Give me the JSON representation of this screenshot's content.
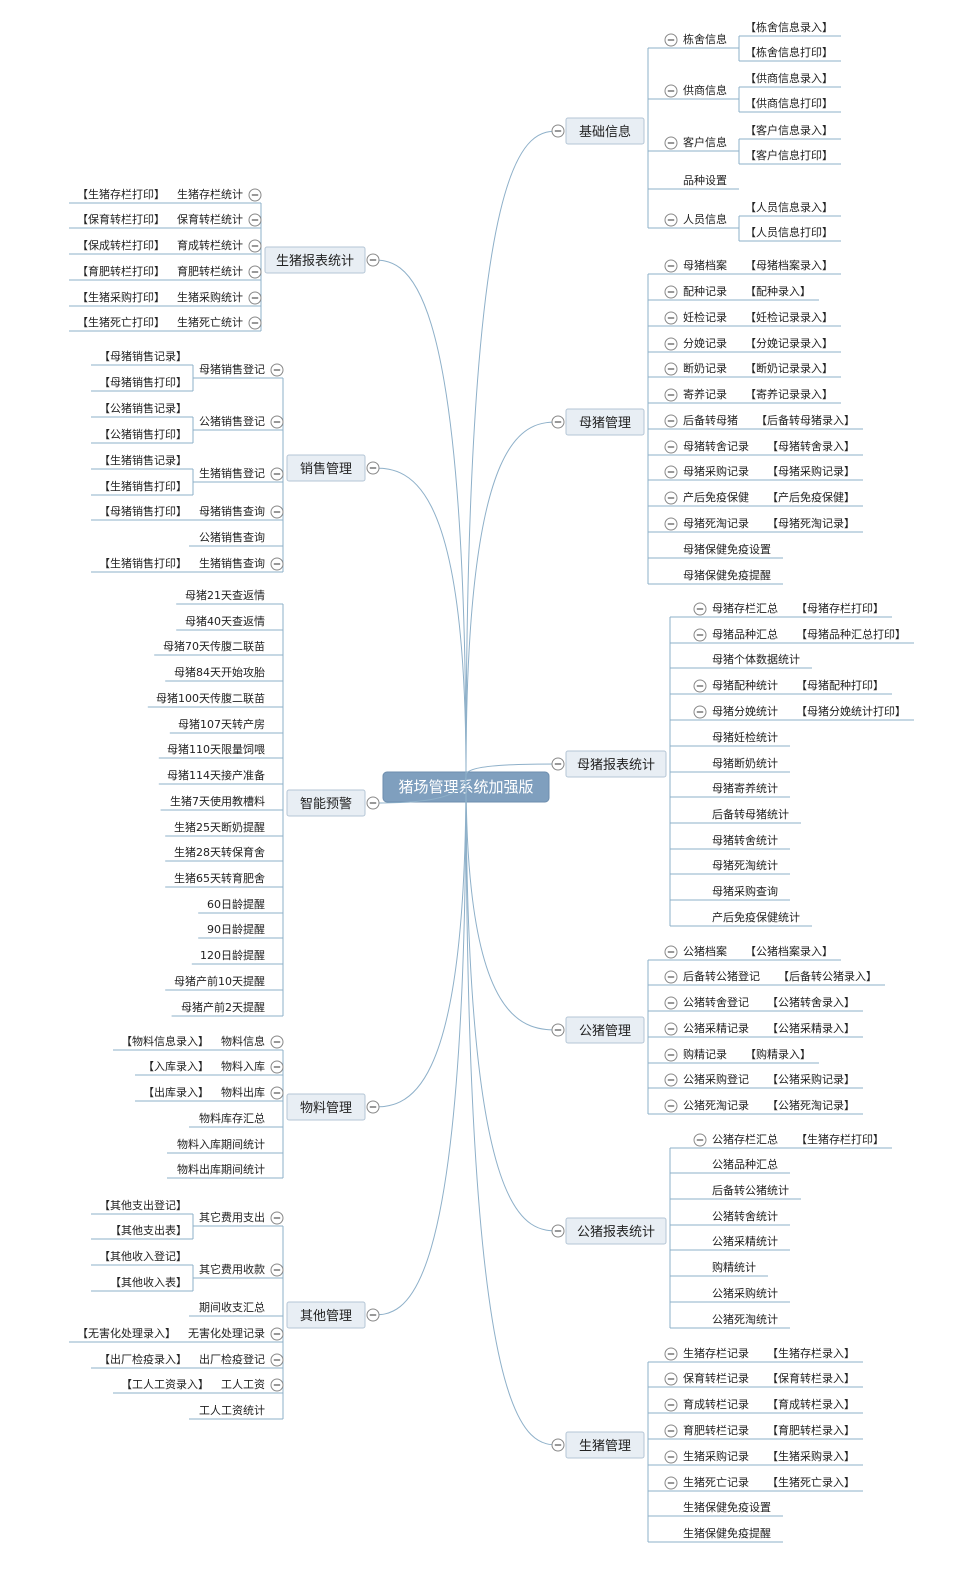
{
  "root": "猪场管理系统加强版",
  "right": [
    {
      "title": "基础信息",
      "rows": [
        {
          "t": "栋舍信息",
          "s": [
            "【栋舍信息录入】",
            "【栋舍信息打印】"
          ]
        },
        {
          "t": "供商信息",
          "s": [
            "【供商信息录入】",
            "【供商信息打印】"
          ]
        },
        {
          "t": "客户信息",
          "s": [
            "【客户信息录入】",
            "【客户信息打印】"
          ]
        },
        {
          "t": "品种设置",
          "s": []
        },
        {
          "t": "人员信息",
          "s": [
            "【人员信息录入】",
            "【人员信息打印】"
          ]
        }
      ]
    },
    {
      "title": "母猪管理",
      "rows": [
        {
          "t": "母猪档案",
          "s": [
            "【母猪档案录入】"
          ]
        },
        {
          "t": "配种记录",
          "s": [
            "【配种录入】"
          ]
        },
        {
          "t": "妊检记录",
          "s": [
            "【妊检记录录入】"
          ]
        },
        {
          "t": "分娩记录",
          "s": [
            "【分娩记录录入】"
          ]
        },
        {
          "t": "断奶记录",
          "s": [
            "【断奶记录录入】"
          ]
        },
        {
          "t": "寄养记录",
          "s": [
            "【寄养记录录入】"
          ]
        },
        {
          "t": "后备转母猪",
          "s": [
            "【后备转母猪录入】"
          ]
        },
        {
          "t": "母猪转舍记录",
          "s": [
            "【母猪转舍录入】"
          ]
        },
        {
          "t": "母猪采购记录",
          "s": [
            "【母猪采购记录】"
          ]
        },
        {
          "t": "产后免疫保健",
          "s": [
            "【产后免疫保健】"
          ]
        },
        {
          "t": "母猪死淘记录",
          "s": [
            "【母猪死淘记录】"
          ]
        },
        {
          "t": "母猪保健免疫设置",
          "s": []
        },
        {
          "t": "母猪保健免疫提醒",
          "s": []
        }
      ]
    },
    {
      "title": "母猪报表统计",
      "rows": [
        {
          "t": "母猪存栏汇总",
          "s": [
            "【母猪存栏打印】"
          ]
        },
        {
          "t": "母猪品种汇总",
          "s": [
            "【母猪品种汇总打印】"
          ]
        },
        {
          "t": "母猪个体数据统计",
          "s": []
        },
        {
          "t": "母猪配种统计",
          "s": [
            "【母猪配种打印】"
          ]
        },
        {
          "t": "母猪分娩统计",
          "s": [
            "【母猪分娩统计打印】"
          ]
        },
        {
          "t": "母猪妊检统计",
          "s": []
        },
        {
          "t": "母猪断奶统计",
          "s": []
        },
        {
          "t": "母猪寄养统计",
          "s": []
        },
        {
          "t": "后备转母猪统计",
          "s": []
        },
        {
          "t": "母猪转舍统计",
          "s": []
        },
        {
          "t": "母猪死淘统计",
          "s": []
        },
        {
          "t": "母猪采购查询",
          "s": []
        },
        {
          "t": "产后免疫保健统计",
          "s": []
        }
      ]
    },
    {
      "title": "公猪管理",
      "rows": [
        {
          "t": "公猪档案",
          "s": [
            "【公猪档案录入】"
          ]
        },
        {
          "t": "后备转公猪登记",
          "s": [
            "【后备转公猪录入】"
          ]
        },
        {
          "t": "公猪转舍登记",
          "s": [
            "【公猪转舍录入】"
          ]
        },
        {
          "t": "公猪采精记录",
          "s": [
            "【公猪采精录入】"
          ]
        },
        {
          "t": "购精记录",
          "s": [
            "【购精录入】"
          ]
        },
        {
          "t": "公猪采购登记",
          "s": [
            "【公猪采购记录】"
          ]
        },
        {
          "t": "公猪死淘记录",
          "s": [
            "【公猪死淘记录】"
          ]
        }
      ]
    },
    {
      "title": "公猪报表统计",
      "rows": [
        {
          "t": "公猪存栏汇总",
          "s": [
            "【生猪存栏打印】"
          ]
        },
        {
          "t": "公猪品种汇总",
          "s": []
        },
        {
          "t": "后备转公猪统计",
          "s": []
        },
        {
          "t": "公猪转舍统计",
          "s": []
        },
        {
          "t": "公猪采精统计",
          "s": []
        },
        {
          "t": "购精统计",
          "s": []
        },
        {
          "t": "公猪采购统计",
          "s": []
        },
        {
          "t": "公猪死淘统计",
          "s": []
        }
      ]
    },
    {
      "title": "生猪管理",
      "rows": [
        {
          "t": "生猪存栏记录",
          "s": [
            "【生猪存栏录入】"
          ]
        },
        {
          "t": "保育转栏记录",
          "s": [
            "【保育转栏录入】"
          ]
        },
        {
          "t": "育成转栏记录",
          "s": [
            "【育成转栏录入】"
          ]
        },
        {
          "t": "育肥转栏记录",
          "s": [
            "【育肥转栏录入】"
          ]
        },
        {
          "t": "生猪采购记录",
          "s": [
            "【生猪采购录入】"
          ]
        },
        {
          "t": "生猪死亡记录",
          "s": [
            "【生猪死亡录入】"
          ]
        },
        {
          "t": "生猪保健免疫设置",
          "s": []
        },
        {
          "t": "生猪保健免疫提醒",
          "s": []
        }
      ]
    }
  ],
  "left": [
    {
      "title": "生猪报表统计",
      "rows": [
        {
          "t": "生猪存栏统计",
          "s": [
            "【生猪存栏打印】"
          ]
        },
        {
          "t": "保育转栏统计",
          "s": [
            "【保育转栏打印】"
          ]
        },
        {
          "t": "育成转栏统计",
          "s": [
            "【保成转栏打印】"
          ]
        },
        {
          "t": "育肥转栏统计",
          "s": [
            "【育肥转栏打印】"
          ]
        },
        {
          "t": "生猪采购统计",
          "s": [
            "【生猪采购打印】"
          ]
        },
        {
          "t": "生猪死亡统计",
          "s": [
            "【生猪死亡打印】"
          ]
        }
      ]
    },
    {
      "title": "销售管理",
      "rows": [
        {
          "t": "母猪销售登记",
          "s": [
            "【母猪销售记录】",
            "【母猪销售打印】"
          ]
        },
        {
          "t": "公猪销售登记",
          "s": [
            "【公猪销售记录】",
            "【公猪销售打印】"
          ]
        },
        {
          "t": "生猪销售登记",
          "s": [
            "【生猪销售记录】",
            "【生猪销售打印】"
          ]
        },
        {
          "t": "母猪销售查询",
          "s": [
            "【母猪销售打印】"
          ]
        },
        {
          "t": "公猪销售查询",
          "s": []
        },
        {
          "t": "生猪销售查询",
          "s": [
            "【生猪销售打印】"
          ]
        }
      ]
    },
    {
      "title": "智能预警",
      "rows": [
        {
          "t": "母猪21天查返情",
          "s": []
        },
        {
          "t": "母猪40天查返情",
          "s": []
        },
        {
          "t": "母猪70天传腹二联苗",
          "s": []
        },
        {
          "t": "母猪84天开始攻胎",
          "s": []
        },
        {
          "t": "母猪100天传腹二联苗",
          "s": []
        },
        {
          "t": "母猪107天转产房",
          "s": []
        },
        {
          "t": "母猪110天限量饲喂",
          "s": []
        },
        {
          "t": "母猪114天接产准备",
          "s": []
        },
        {
          "t": "生猪7天使用教槽料",
          "s": []
        },
        {
          "t": "生猪25天断奶提醒",
          "s": []
        },
        {
          "t": "生猪28天转保育舍",
          "s": []
        },
        {
          "t": "生猪65天转育肥舍",
          "s": []
        },
        {
          "t": "60日龄提醒",
          "s": []
        },
        {
          "t": "90日龄提醒",
          "s": []
        },
        {
          "t": "120日龄提醒",
          "s": []
        },
        {
          "t": "母猪产前10天提醒",
          "s": []
        },
        {
          "t": "母猪产前2天提醒",
          "s": []
        }
      ]
    },
    {
      "title": "物料管理",
      "rows": [
        {
          "t": "物料信息",
          "s": [
            "【物料信息录入】"
          ]
        },
        {
          "t": "物料入库",
          "s": [
            "【入库录入】"
          ]
        },
        {
          "t": "物料出库",
          "s": [
            "【出库录入】"
          ]
        },
        {
          "t": "物料库存汇总",
          "s": []
        },
        {
          "t": "物料入库期间统计",
          "s": []
        },
        {
          "t": "物料出库期间统计",
          "s": []
        }
      ]
    },
    {
      "title": "其他管理",
      "rows": [
        {
          "t": "其它费用支出",
          "s": [
            "【其他支出登记】",
            "【其他支出表】"
          ]
        },
        {
          "t": "其它费用收款",
          "s": [
            "【其他收入登记】",
            "【其他收入表】"
          ]
        },
        {
          "t": "期间收支汇总",
          "s": []
        },
        {
          "t": "无害化处理记录",
          "s": [
            "【无害化处理录入】"
          ]
        },
        {
          "t": "出厂检疫登记",
          "s": [
            "【出厂检疫录入】"
          ]
        },
        {
          "t": "工人工资",
          "s": [
            "【工人工资录入】"
          ]
        },
        {
          "t": "工人工资统计",
          "s": []
        }
      ]
    }
  ]
}
